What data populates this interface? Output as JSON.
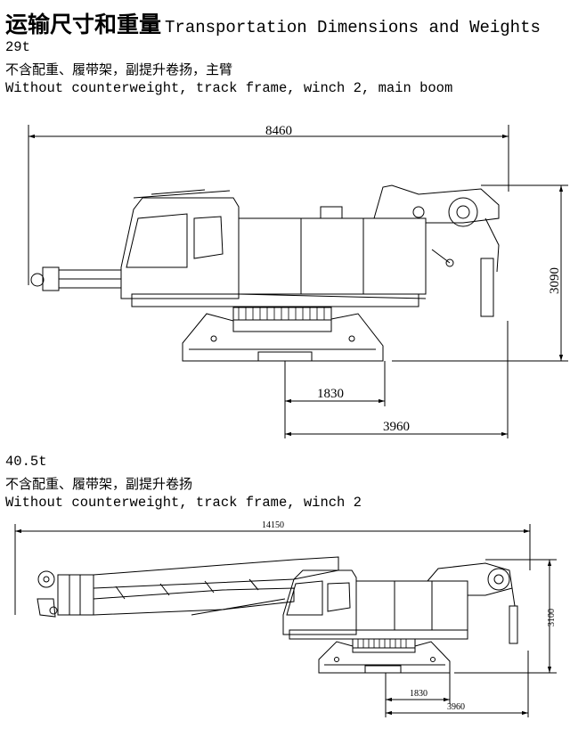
{
  "header": {
    "title_zh": "运输尺寸和重量",
    "title_en": "Transportation Dimensions and Weights"
  },
  "config1": {
    "weight": "29t",
    "desc_zh": "不含配重、履带架，副提升卷扬，主臂",
    "desc_en": "Without counterweight, track frame, winch 2, main boom",
    "dims": {
      "length": "8460",
      "height": "3090",
      "inner_width": "1830",
      "outer_width": "3960"
    }
  },
  "config2": {
    "weight": "40.5t",
    "desc_zh": "不含配重、履带架，副提升卷扬",
    "desc_en": "Without counterweight, track frame, winch 2",
    "dims": {
      "length": "14150",
      "height": "3100",
      "inner_width": "1830",
      "outer_width": "3960"
    }
  }
}
